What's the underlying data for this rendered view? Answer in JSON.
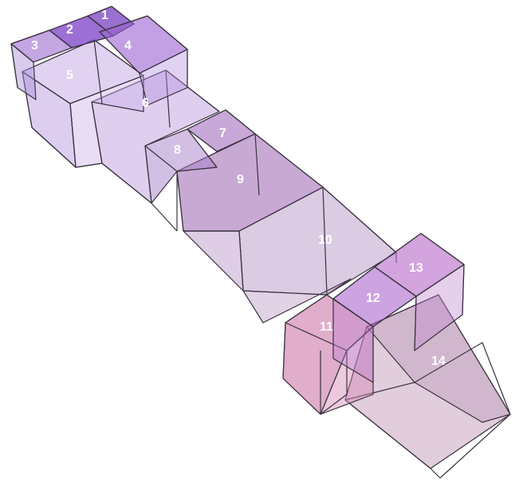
{
  "diagram": {
    "colors": {
      "violet_light": "#b9a0dc",
      "violet_mid": "#9b72cf",
      "violet_deep": "#7a40c0",
      "plum": "#a05aa8",
      "pink": "#c87aa8",
      "mauve": "#c09ab8",
      "edge": "#3a3340",
      "label": "#ffffff"
    },
    "boxes": [
      {
        "id": "box-1",
        "label": "1"
      },
      {
        "id": "box-2",
        "label": "2"
      },
      {
        "id": "box-3",
        "label": "3"
      },
      {
        "id": "box-4",
        "label": "4"
      },
      {
        "id": "box-5",
        "label": "5"
      },
      {
        "id": "box-6",
        "label": "6"
      },
      {
        "id": "box-7",
        "label": "7"
      },
      {
        "id": "box-8",
        "label": "8"
      },
      {
        "id": "box-9",
        "label": "9"
      },
      {
        "id": "box-10",
        "label": "10"
      },
      {
        "id": "box-11",
        "label": "11"
      },
      {
        "id": "box-12",
        "label": "12"
      },
      {
        "id": "box-13",
        "label": "13"
      },
      {
        "id": "box-14",
        "label": "14"
      }
    ]
  }
}
